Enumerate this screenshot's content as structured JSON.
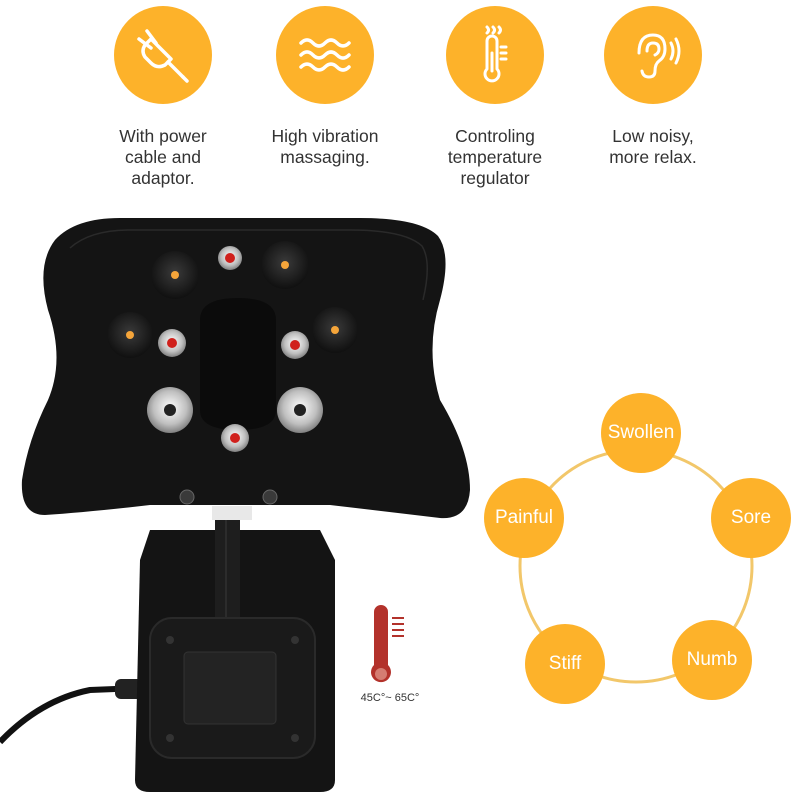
{
  "colors": {
    "accent": "#FDB22A",
    "ring": "#F2C76A",
    "thermo": "#B3322B",
    "pad": "#141414"
  },
  "features": [
    {
      "icon": "power-plug-icon",
      "caption": "With power\ncable and\nadaptor."
    },
    {
      "icon": "vibration-waves-icon",
      "caption": "High vibration\nmassaging."
    },
    {
      "icon": "thermometer-icon",
      "caption": "Controling\ntemperature\nregulator"
    },
    {
      "icon": "ear-icon",
      "caption": "Low noisy,\nmore relax."
    }
  ],
  "temperature": {
    "range": "45C°~ 65C°"
  },
  "symptoms": [
    "Swollen",
    "Sore",
    "Numb",
    "Stiff",
    "Painful"
  ]
}
